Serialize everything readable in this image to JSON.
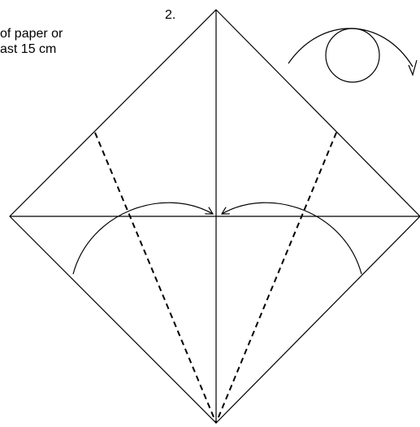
{
  "instruction": {
    "line1": "of paper or",
    "line2": "ast 15 cm"
  },
  "step_number": "2.",
  "icons": {
    "turn_over": "turn-over-icon"
  },
  "colors": {
    "ink": "#000000",
    "background": "#ffffff"
  }
}
